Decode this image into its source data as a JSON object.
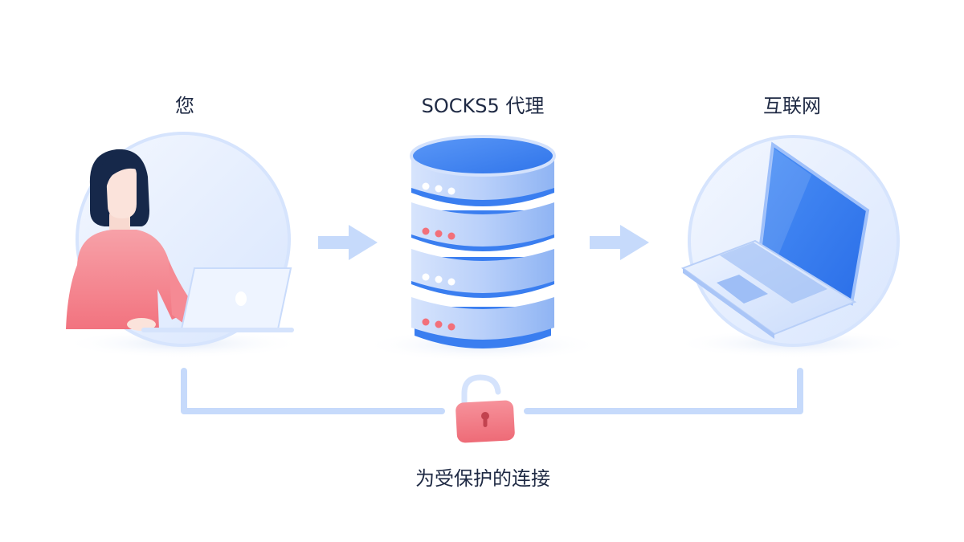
{
  "nodes": {
    "you": "您",
    "proxy": "SOCKS5 代理",
    "internet": "互联网"
  },
  "connection_label": "为受保护的连接",
  "colors": {
    "accent_blue": "#3d86f5",
    "light_blue": "#c6dafb",
    "lock_red": "#f2707a",
    "text": "#1f2a44"
  }
}
